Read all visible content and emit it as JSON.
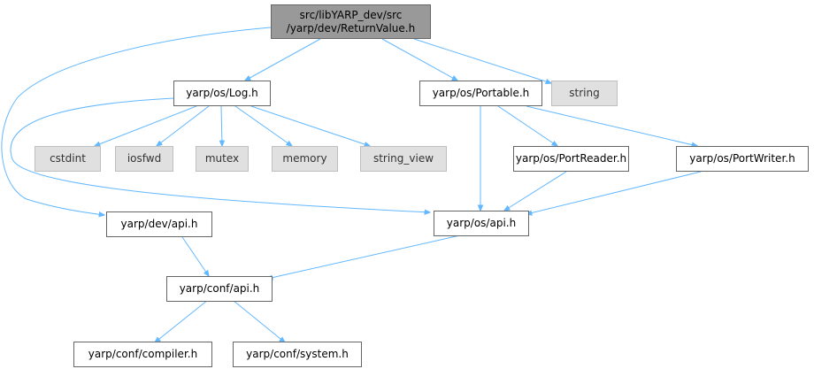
{
  "colors": {
    "edge": "#63b8ff",
    "root_fill": "#999999",
    "system_fill": "#e0e0e0",
    "node_border": "#666666"
  },
  "nodes": {
    "root": {
      "line1": "src/libYARP_dev/src",
      "line2": "/yarp/dev/ReturnValue.h"
    },
    "log": "yarp/os/Log.h",
    "portable": "yarp/os/Portable.h",
    "string": "string",
    "cstdint": "cstdint",
    "iosfwd": "iosfwd",
    "mutex": "mutex",
    "memory": "memory",
    "string_view": "string_view",
    "portreader": "yarp/os/PortReader.h",
    "portwriter": "yarp/os/PortWriter.h",
    "dev_api": "yarp/dev/api.h",
    "os_api": "yarp/os/api.h",
    "conf_api": "yarp/conf/api.h",
    "compiler": "yarp/conf/compiler.h",
    "system": "yarp/conf/system.h"
  }
}
